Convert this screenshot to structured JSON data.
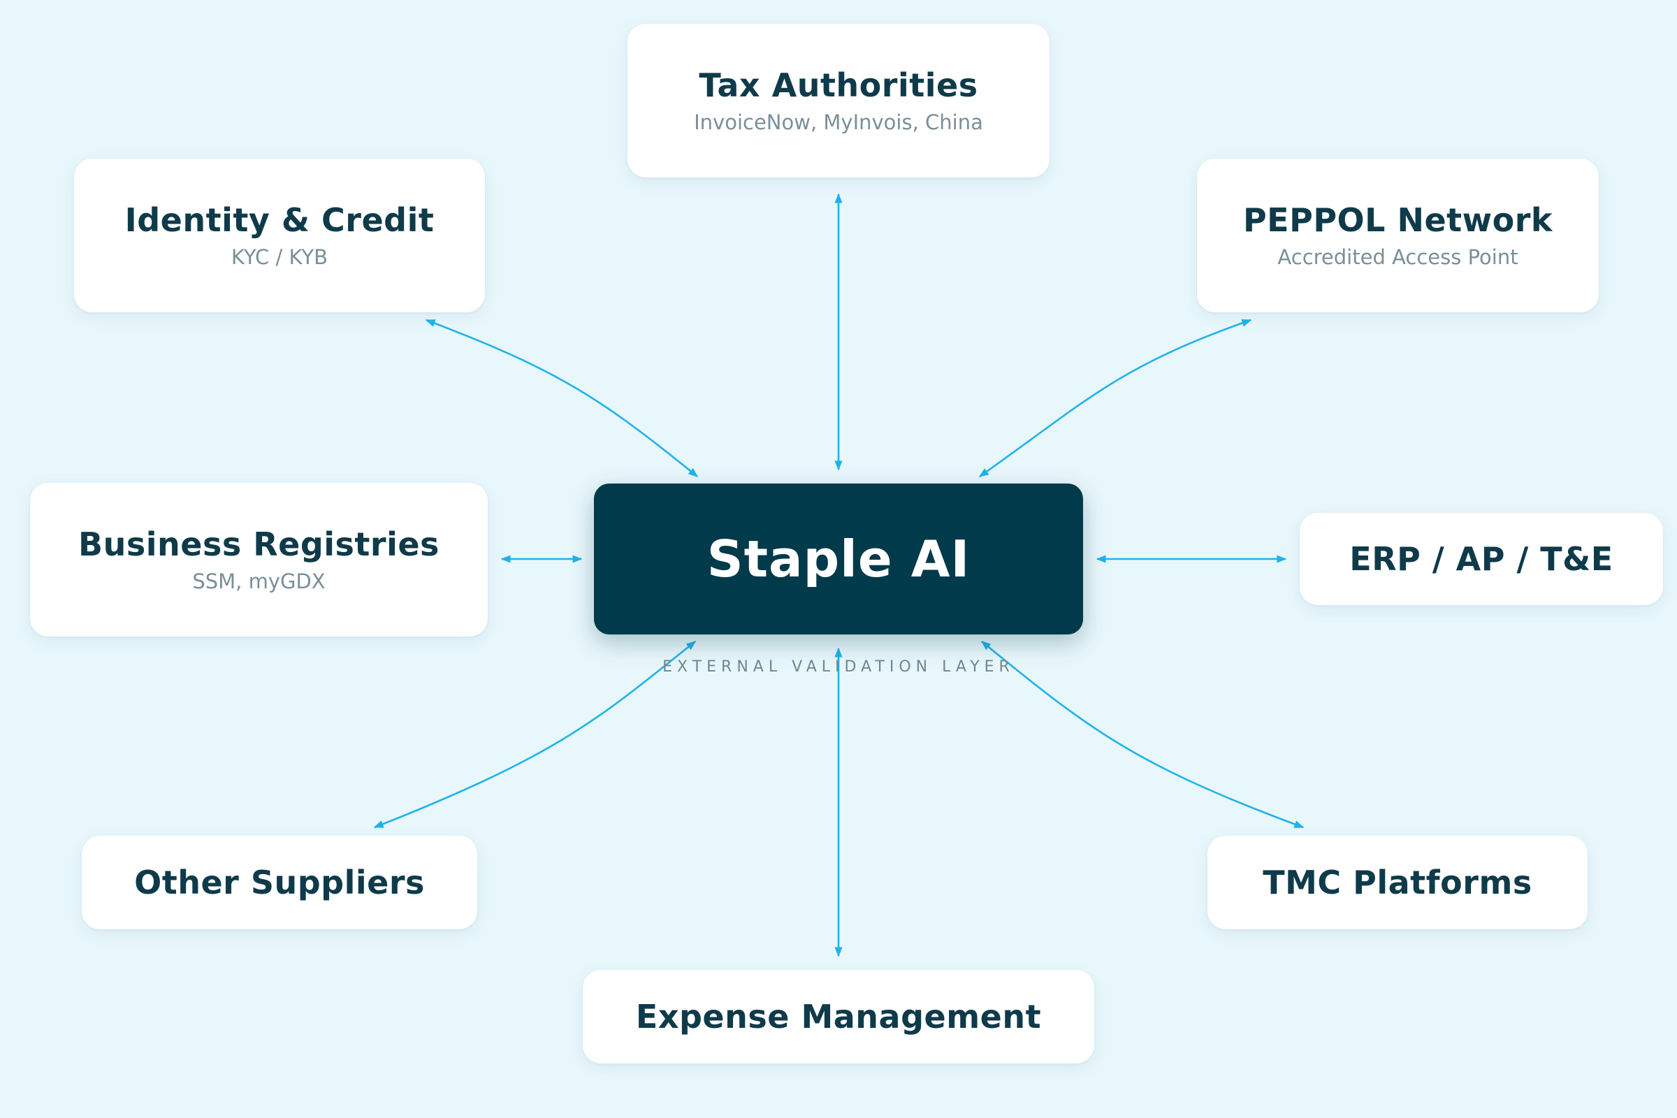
{
  "diagram": {
    "center": {
      "title": "Staple AI",
      "caption": "EXTERNAL VALIDATION LAYER"
    },
    "nodes": {
      "tax_authorities": {
        "title": "Tax Authorities",
        "subtitle": "InvoiceNow, MyInvois, China"
      },
      "identity_credit": {
        "title": "Identity & Credit",
        "subtitle": "KYC / KYB"
      },
      "peppol_network": {
        "title": "PEPPOL Network",
        "subtitle": "Accredited Access Point"
      },
      "business_registries": {
        "title": "Business Registries",
        "subtitle": "SSM, myGDX"
      },
      "erp_ap_te": {
        "title": "ERP / AP / T&E"
      },
      "other_suppliers": {
        "title": "Other Suppliers"
      },
      "tmc_platforms": {
        "title": "TMC Platforms"
      },
      "expense_management": {
        "title": "Expense Management"
      }
    },
    "connections": [
      {
        "from": "Staple AI",
        "to": "Tax Authorities",
        "direction": "bidirectional"
      },
      {
        "from": "Staple AI",
        "to": "Identity & Credit",
        "direction": "bidirectional"
      },
      {
        "from": "Staple AI",
        "to": "PEPPOL Network",
        "direction": "bidirectional"
      },
      {
        "from": "Staple AI",
        "to": "Business Registries",
        "direction": "bidirectional"
      },
      {
        "from": "Staple AI",
        "to": "ERP / AP / T&E",
        "direction": "bidirectional"
      },
      {
        "from": "Staple AI",
        "to": "Other Suppliers",
        "direction": "bidirectional"
      },
      {
        "from": "Staple AI",
        "to": "TMC Platforms",
        "direction": "bidirectional"
      },
      {
        "from": "Staple AI",
        "to": "Expense Management",
        "direction": "bidirectional"
      }
    ],
    "colors": {
      "background": "#e8f7fc",
      "hub": "#003a4b",
      "connector": "#1fb2ea",
      "title_text": "#0f3a4a",
      "subtitle_text": "#7a8f99"
    }
  }
}
